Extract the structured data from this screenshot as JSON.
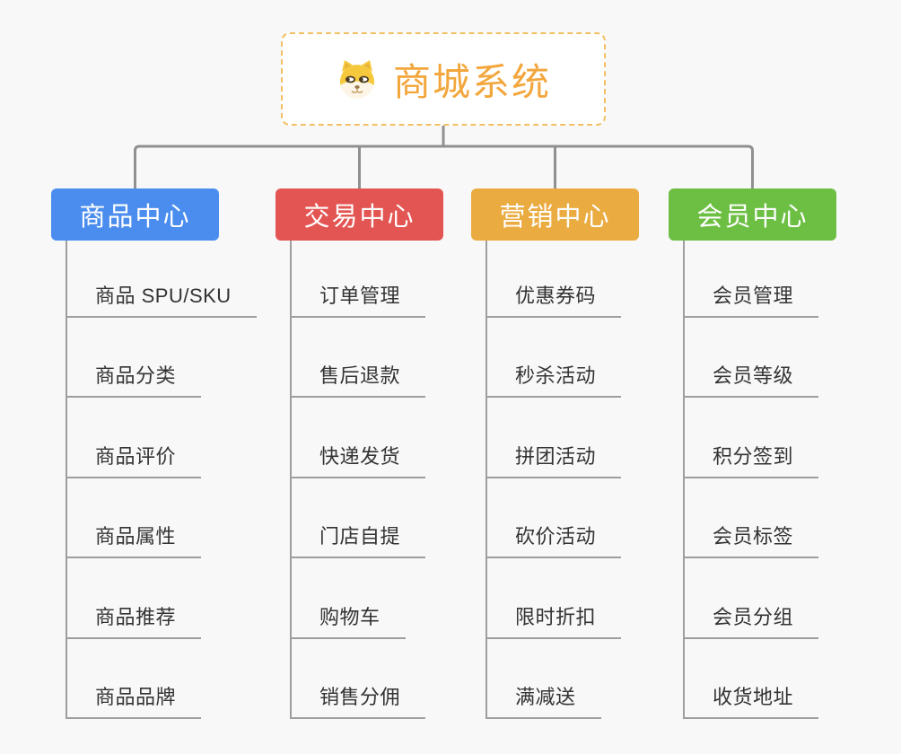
{
  "root": {
    "title": "商城系统",
    "icon": "dog-face-icon"
  },
  "colors": {
    "background": "#F8F8F8",
    "connector_line": "#909090",
    "item_line": "#9E9E9E",
    "item_text": "#333333",
    "root_title_text": "#F2A63C",
    "root_border": "#F2C064",
    "branch_text": "#FFFFFF"
  },
  "branches": [
    {
      "label": "商品中心",
      "color": "#4A8DEE",
      "items": [
        "商品 SPU/SKU",
        "商品分类",
        "商品评价",
        "商品属性",
        "商品推荐",
        "商品品牌"
      ]
    },
    {
      "label": "交易中心",
      "color": "#E35552",
      "items": [
        "订单管理",
        "售后退款",
        "快递发货",
        "门店自提",
        "购物车",
        "销售分佣"
      ]
    },
    {
      "label": "营销中心",
      "color": "#EAAB41",
      "items": [
        "优惠券码",
        "秒杀活动",
        "拼团活动",
        "砍价活动",
        "限时折扣",
        "满减送"
      ]
    },
    {
      "label": "会员中心",
      "color": "#6CBF43",
      "items": [
        "会员管理",
        "会员等级",
        "积分签到",
        "会员标签",
        "会员分组",
        "收货地址"
      ]
    }
  ]
}
